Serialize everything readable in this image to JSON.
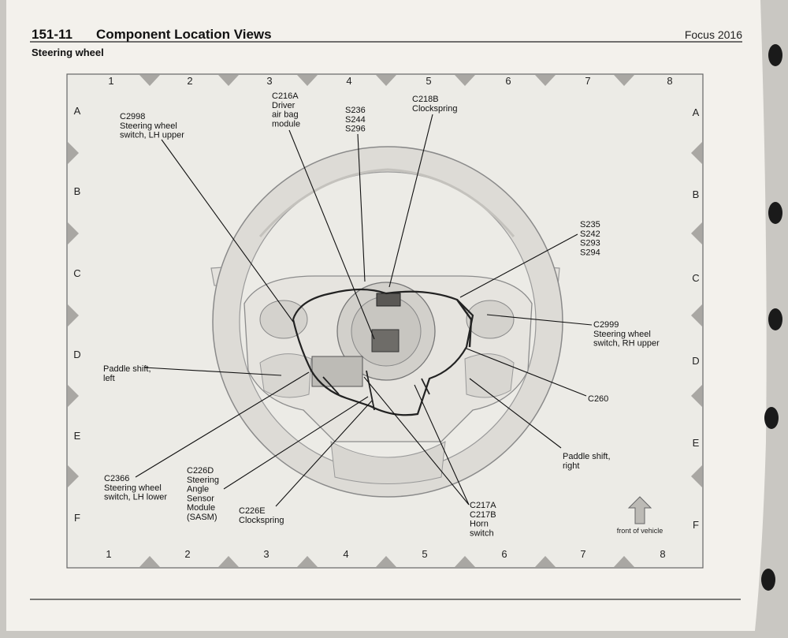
{
  "header": {
    "section": "151-11",
    "title": "Component Location Views",
    "model": "Focus 2016",
    "subtitle": "Steering wheel"
  },
  "grid": {
    "columns_top": [
      "1",
      "2",
      "3",
      "4",
      "5",
      "6",
      "7",
      "8"
    ],
    "columns_bottom": [
      "1",
      "2",
      "3",
      "4",
      "5",
      "6",
      "7",
      "8"
    ],
    "rows_left": [
      "A",
      "B",
      "C",
      "D",
      "E",
      "F"
    ],
    "rows_right": [
      "A",
      "B",
      "C",
      "D",
      "E",
      "F"
    ]
  },
  "callouts": [
    {
      "id": "c2998",
      "lines": [
        "C2998",
        "Steering wheel",
        "switch, LH upper"
      ]
    },
    {
      "id": "c216a",
      "lines": [
        "C216A",
        "Driver",
        "air bag",
        "module"
      ]
    },
    {
      "id": "s236",
      "lines": [
        "S236",
        "S244",
        "S296"
      ]
    },
    {
      "id": "c218b",
      "lines": [
        "C218B",
        "Clockspring"
      ]
    },
    {
      "id": "s235",
      "lines": [
        "S235",
        "S242",
        "S293",
        "S294"
      ]
    },
    {
      "id": "c2999",
      "lines": [
        "C2999",
        "Steering wheel",
        "switch, RH upper"
      ]
    },
    {
      "id": "paddle_left",
      "lines": [
        "Paddle shift,",
        "left"
      ]
    },
    {
      "id": "c260",
      "lines": [
        "C260"
      ]
    },
    {
      "id": "paddle_right",
      "lines": [
        "Paddle shift,",
        "right"
      ]
    },
    {
      "id": "c2366",
      "lines": [
        "C2366",
        "Steering wheel",
        "switch, LH lower"
      ]
    },
    {
      "id": "c226d",
      "lines": [
        "C226D",
        "Steering",
        "Angle",
        "Sensor",
        "Module",
        "(SASM)"
      ]
    },
    {
      "id": "c226e",
      "lines": [
        "C226E",
        "Clockspring"
      ]
    },
    {
      "id": "c217",
      "lines": [
        "C217A",
        "C217B",
        "Horn",
        "switch"
      ]
    }
  ],
  "front_label": "front of vehicle"
}
